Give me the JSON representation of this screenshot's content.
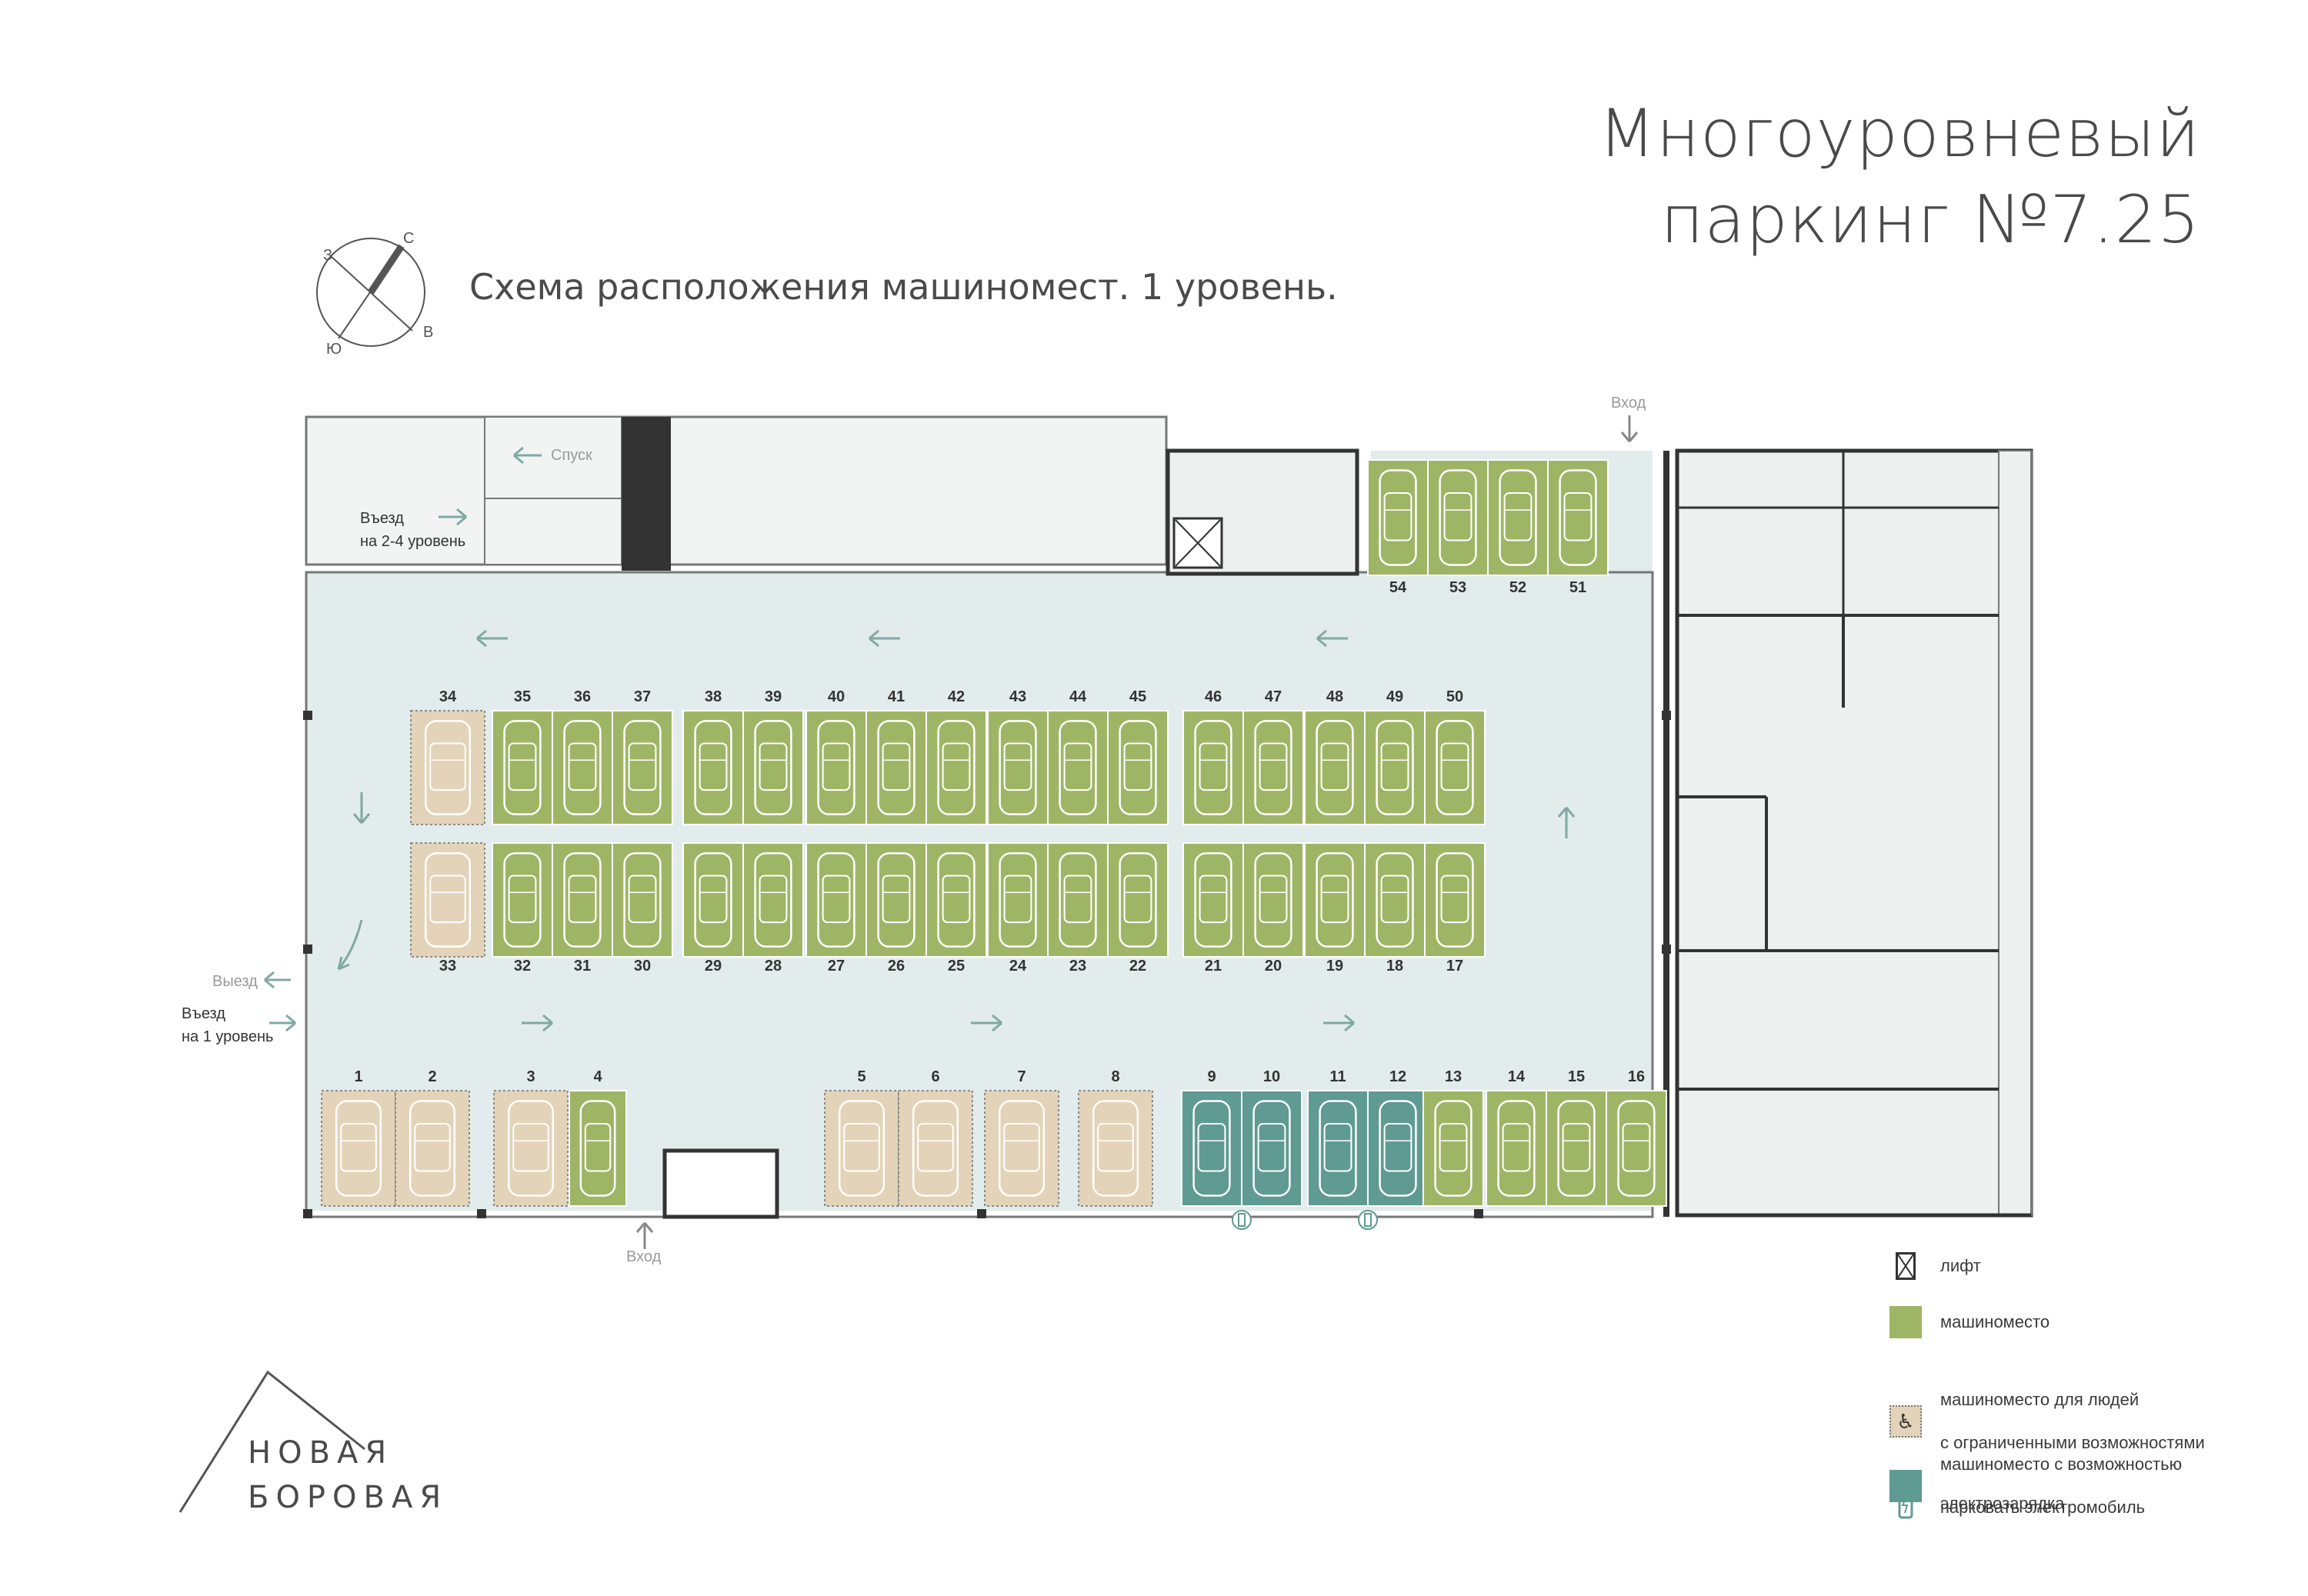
{
  "header": {
    "title_line1": "Многоуровневый",
    "title_line2": "паркинг №7.25",
    "subtitle": "Схема расположения машиномест. 1 уровень."
  },
  "compass": {
    "n": "С",
    "s": "Ю",
    "w": "З",
    "e": "В"
  },
  "plan": {
    "labels": {
      "descent": "Спуск",
      "entry_upper_line1": "Въезд",
      "entry_upper_line2": "на 2-4 уровень",
      "exit": "Выезд",
      "entry_lvl1_line1": "Въезд",
      "entry_lvl1_line2": "на 1 уровень",
      "entrance_top": "Вход",
      "entrance_bottom": "Вход"
    },
    "spot_groups": [
      {
        "row": "top-right",
        "spots": [
          "54",
          "53",
          "52",
          "51"
        ],
        "type": "regular"
      },
      {
        "row": "upper",
        "spots": [
          "34"
        ],
        "type": "accessible"
      },
      {
        "row": "upper",
        "spots": [
          "35",
          "36",
          "37"
        ],
        "type": "regular"
      },
      {
        "row": "upper",
        "spots": [
          "38",
          "39"
        ],
        "type": "regular"
      },
      {
        "row": "upper",
        "spots": [
          "40",
          "41",
          "42"
        ],
        "type": "regular"
      },
      {
        "row": "upper",
        "spots": [
          "43",
          "44",
          "45"
        ],
        "type": "regular"
      },
      {
        "row": "upper",
        "spots": [
          "46",
          "47"
        ],
        "type": "regular"
      },
      {
        "row": "upper",
        "spots": [
          "48",
          "49",
          "50"
        ],
        "type": "regular"
      },
      {
        "row": "middle",
        "spots": [
          "33"
        ],
        "type": "accessible"
      },
      {
        "row": "middle",
        "spots": [
          "32",
          "31",
          "30"
        ],
        "type": "regular"
      },
      {
        "row": "middle",
        "spots": [
          "29",
          "28"
        ],
        "type": "regular"
      },
      {
        "row": "middle",
        "spots": [
          "27",
          "26",
          "25"
        ],
        "type": "regular"
      },
      {
        "row": "middle",
        "spots": [
          "24",
          "23",
          "22"
        ],
        "type": "regular"
      },
      {
        "row": "middle",
        "spots": [
          "21",
          "20"
        ],
        "type": "regular"
      },
      {
        "row": "middle",
        "spots": [
          "19",
          "18",
          "17"
        ],
        "type": "regular"
      },
      {
        "row": "bottom",
        "spots": [
          "1",
          "2"
        ],
        "type": "accessible"
      },
      {
        "row": "bottom",
        "spots": [
          "3"
        ],
        "type": "accessible"
      },
      {
        "row": "bottom",
        "spots": [
          "4"
        ],
        "type": "regular"
      },
      {
        "row": "bottom",
        "spots": [
          "5",
          "6"
        ],
        "type": "accessible"
      },
      {
        "row": "bottom",
        "spots": [
          "7"
        ],
        "type": "accessible"
      },
      {
        "row": "bottom",
        "spots": [
          "8"
        ],
        "type": "accessible"
      },
      {
        "row": "bottom",
        "spots": [
          "9",
          "10"
        ],
        "type": "electric",
        "charger": true
      },
      {
        "row": "bottom",
        "spots": [
          "11",
          "12"
        ],
        "type": "electric",
        "charger": true
      },
      {
        "row": "bottom",
        "spots": [
          "13"
        ],
        "type": "regular"
      },
      {
        "row": "bottom",
        "spots": [
          "14",
          "15",
          "16"
        ],
        "type": "regular"
      }
    ]
  },
  "legend": {
    "lift": "лифт",
    "regular": "машиноместо",
    "accessible_line1": "машиноместо для людей",
    "accessible_line2": "с ограниченными возможностями",
    "electric_line1": "машиноместо с возможностью",
    "electric_line2": "парковать электромобиль",
    "charger": "электрозарядка"
  },
  "logo": {
    "line1": "НОВАЯ",
    "line2": "БОРОВАЯ"
  },
  "colors": {
    "regular": "#9fb566",
    "accessible": "#e3d3b8",
    "electric": "#5f9a93",
    "floor": "#e3ecec",
    "wall": "#333333",
    "arrow": "#7fa9a4",
    "text": "#4a4a4a"
  }
}
